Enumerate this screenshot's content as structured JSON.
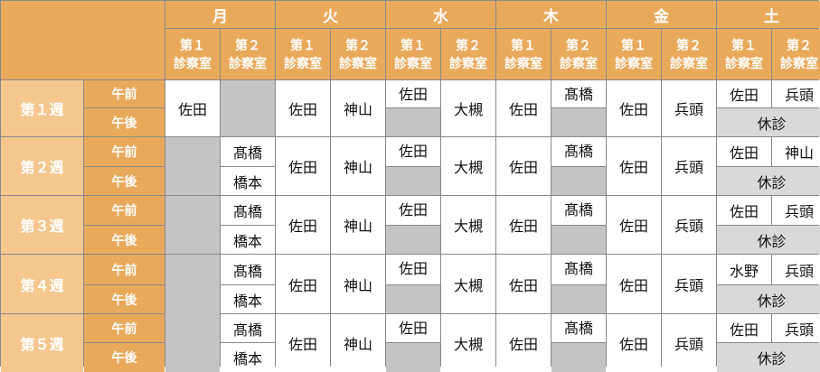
{
  "days": [
    "月",
    "火",
    "水",
    "木",
    "金",
    "土"
  ],
  "room_label": "第１\n診察室",
  "rooms": [
    "第１",
    "第２"
  ],
  "room_sub": "診察室",
  "weeks": [
    "第１週",
    "第２週",
    "第３週",
    "第４週",
    "第５週"
  ],
  "am": "午前",
  "pm": "午後",
  "closed": "休診",
  "doctors": {
    "sata": "佐田",
    "kamiyama": "神山",
    "ohtsuki": "大槻",
    "takahashi": "髙橋",
    "hashimoto": "橋本",
    "hyoto": "兵頭",
    "mizuno": "水野"
  }
}
